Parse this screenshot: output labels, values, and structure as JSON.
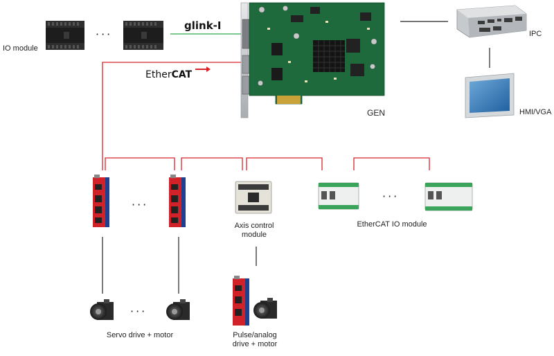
{
  "labels": {
    "io_module": "IO module",
    "ipc": "IPC",
    "hmi": "HMI/VGA",
    "gen": "GEN",
    "axis_line1": "Axis control",
    "axis_line2": "module",
    "ethercat_io": "EtherCAT IO module",
    "servo": "Servo drive + motor",
    "pulse_line1": "Pulse/analog",
    "pulse_line2": "drive + motor"
  },
  "logos": {
    "glink": "glink-I",
    "ethercat_prefix": "Ether",
    "ethercat_bold": "CAT"
  },
  "ellipsis": "···",
  "colors": {
    "ethercat_line": "#d9232a",
    "glink_line": "#2aa84a",
    "pcb": "#1e6a3c",
    "drive_blue": "#1f3f8f",
    "drive_red": "#d02228",
    "line_black": "#222222"
  }
}
